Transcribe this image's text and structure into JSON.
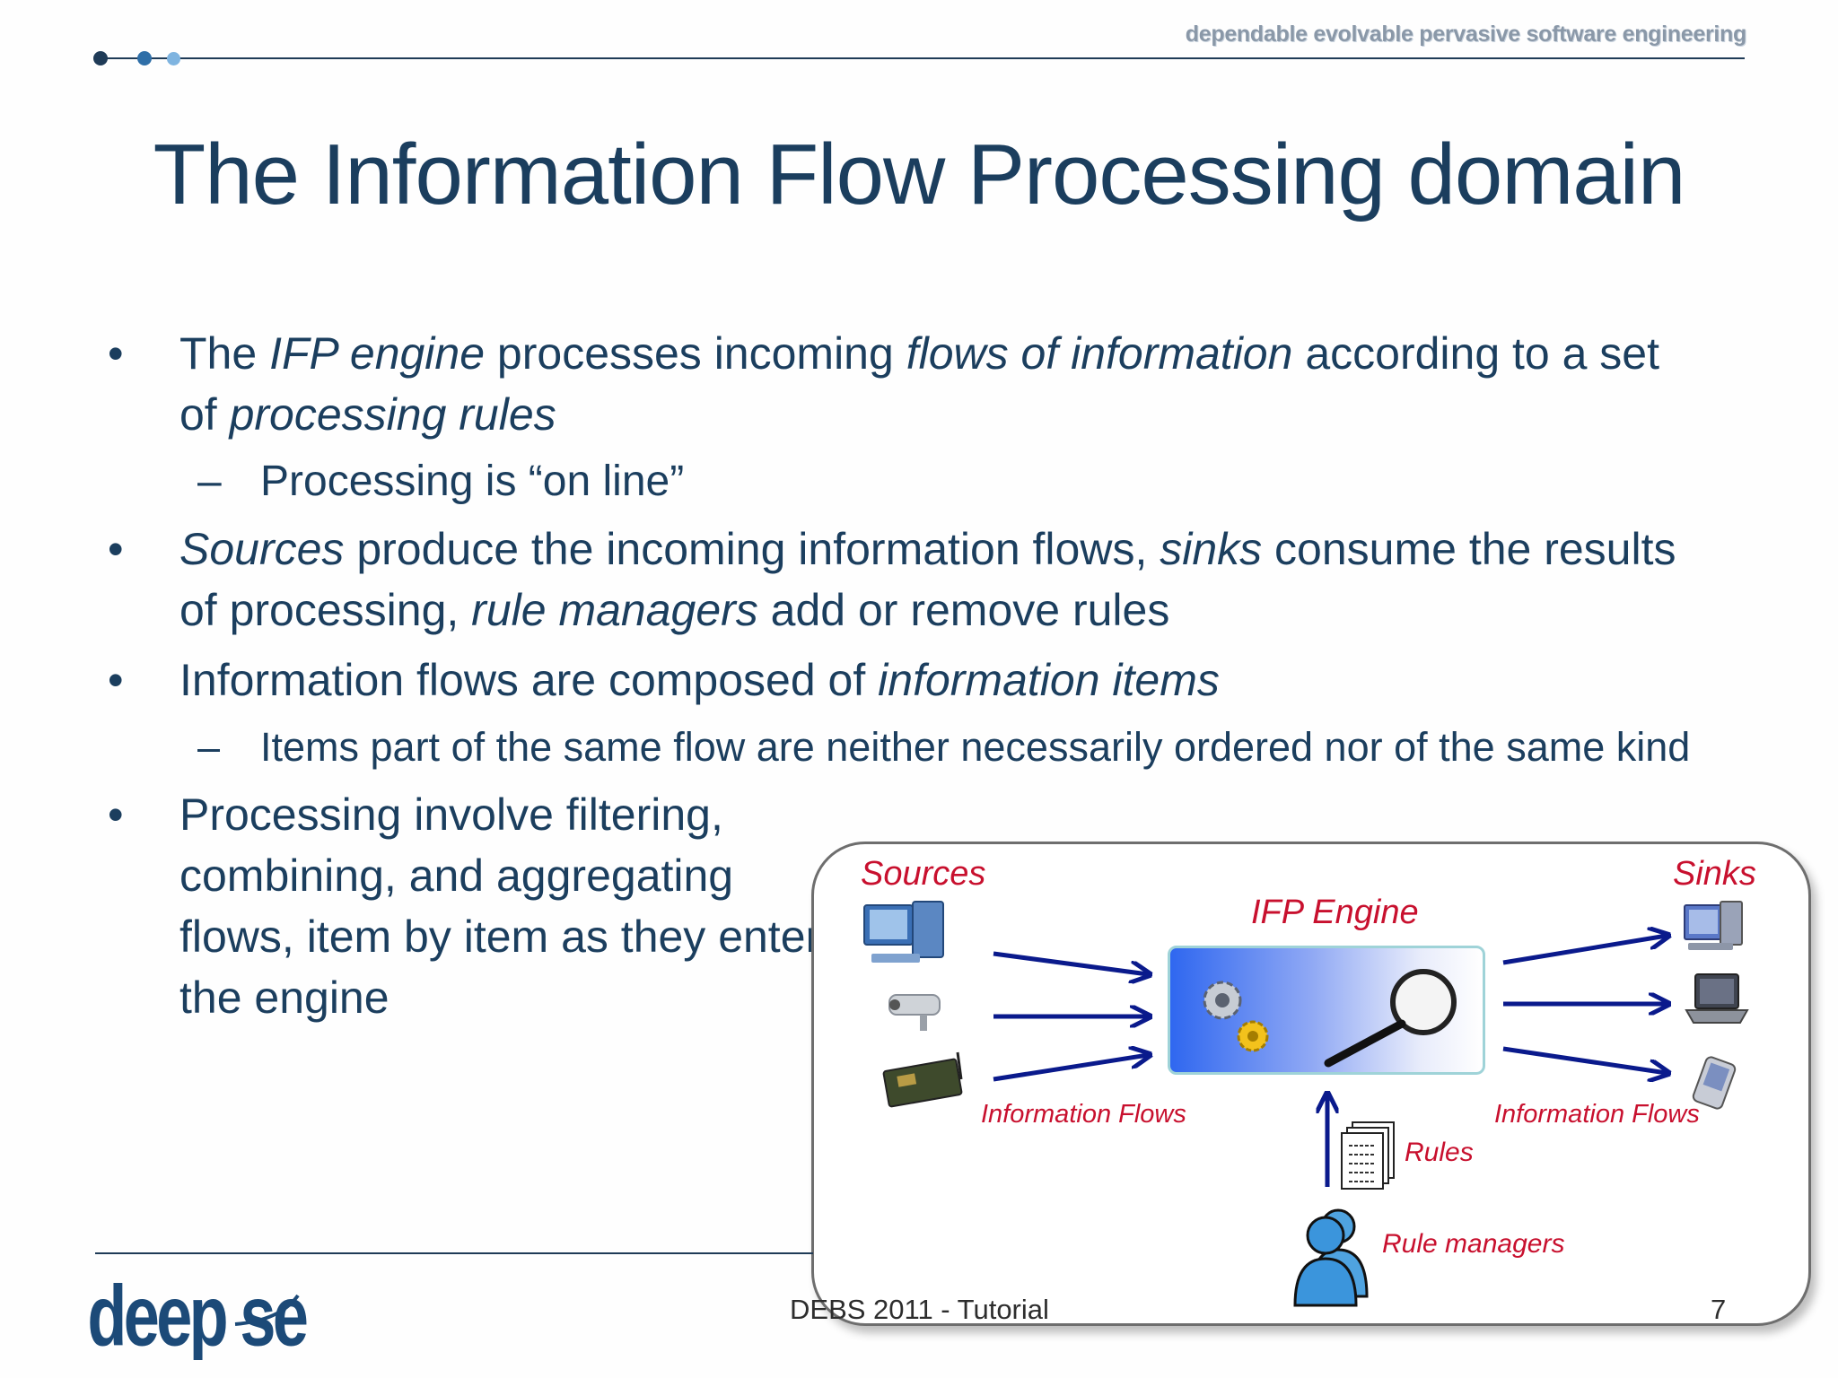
{
  "header": {
    "tagline": "dependable evolvable pervasive software engineering",
    "title": "The Information Flow Processing domain"
  },
  "bullets": [
    {
      "level": 1,
      "parts": [
        {
          "t": "The ",
          "i": false
        },
        {
          "t": "IFP engine",
          "i": true
        },
        {
          "t": " processes incoming ",
          "i": false
        },
        {
          "t": "flows of information",
          "i": true
        },
        {
          "t": " according to a set of ",
          "i": false
        },
        {
          "t": "processing rules",
          "i": true
        }
      ]
    },
    {
      "level": 2,
      "parts": [
        {
          "t": "Processing is “on line”",
          "i": false
        }
      ]
    },
    {
      "level": 1,
      "parts": [
        {
          "t": "Sources",
          "i": true
        },
        {
          "t": " produce the incoming information flows, ",
          "i": false
        },
        {
          "t": "sinks",
          "i": true
        },
        {
          "t": " consume the results of processing, ",
          "i": false
        },
        {
          "t": "rule managers",
          "i": true
        },
        {
          "t": " add or remove rules",
          "i": false
        }
      ]
    },
    {
      "level": 1,
      "parts": [
        {
          "t": "Information flows are composed of ",
          "i": false
        },
        {
          "t": "information items",
          "i": true
        }
      ]
    },
    {
      "level": 2,
      "small": true,
      "parts": [
        {
          "t": "Items part of the same flow are neither necessarily ordered nor of the same kind",
          "i": false
        }
      ]
    },
    {
      "level": 1,
      "narrow": true,
      "parts": [
        {
          "t": "Processing involve filtering, combining, and aggregating flows, item by item as they enter the engine",
          "i": false
        }
      ]
    }
  ],
  "diagram": {
    "sources_label": "Sources",
    "sinks_label": "Sinks",
    "engine_label": "IFP Engine",
    "flows_left_label": "Information Flows",
    "flows_right_label": "Information Flows",
    "rules_label": "Rules",
    "rule_managers_label": "Rule managers",
    "source_icons": [
      "desktop-computer-icon",
      "security-camera-icon",
      "sensor-board-icon"
    ],
    "sink_icons": [
      "desktop-computer-icon",
      "laptop-icon",
      "pda-icon"
    ],
    "colors": {
      "label": "#c8102e",
      "arrow": "#0a1a8c",
      "engine_gradient_start": "#2f67f0",
      "engine_border": "#9fd3d8"
    }
  },
  "footer": {
    "event": "DEBS 2011 - Tutorial",
    "page_number": "7",
    "logo_text": "deep se"
  },
  "colors": {
    "title": "#1b3e5e",
    "rule": "#1f3b57"
  }
}
